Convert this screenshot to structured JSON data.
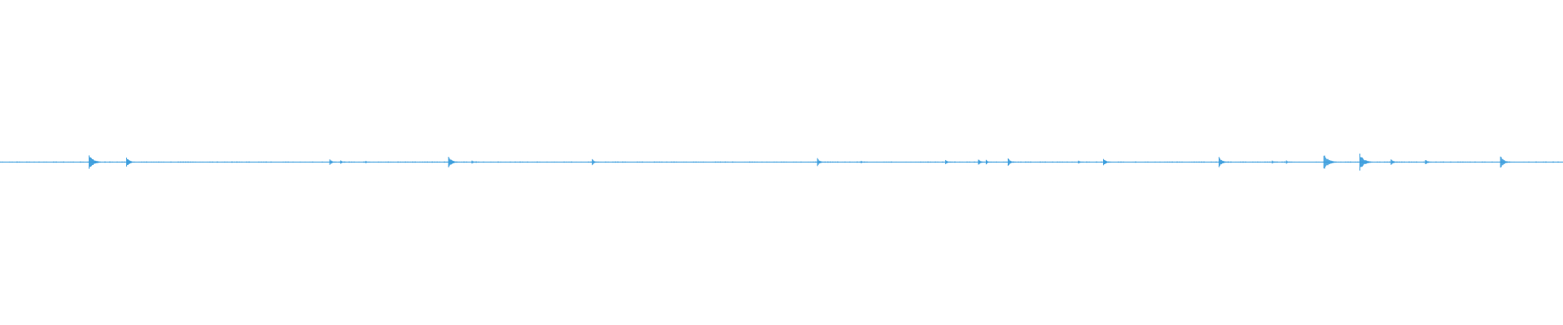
{
  "waveform": {
    "color": "#3b9ddd",
    "spikes": [
      {
        "t": 0.057,
        "amp": 0.9
      },
      {
        "t": 0.081,
        "amp": 0.55
      },
      {
        "t": 0.211,
        "amp": 0.35
      },
      {
        "t": 0.218,
        "amp": 0.2
      },
      {
        "t": 0.234,
        "amp": 0.15
      },
      {
        "t": 0.287,
        "amp": 0.65
      },
      {
        "t": 0.302,
        "amp": 0.2
      },
      {
        "t": 0.379,
        "amp": 0.35
      },
      {
        "t": 0.523,
        "amp": 0.45
      },
      {
        "t": 0.551,
        "amp": 0.15
      },
      {
        "t": 0.605,
        "amp": 0.3
      },
      {
        "t": 0.626,
        "amp": 0.35
      },
      {
        "t": 0.631,
        "amp": 0.25
      },
      {
        "t": 0.645,
        "amp": 0.45
      },
      {
        "t": 0.69,
        "amp": 0.2
      },
      {
        "t": 0.706,
        "amp": 0.45
      },
      {
        "t": 0.78,
        "amp": 0.6
      },
      {
        "t": 0.814,
        "amp": 0.2
      },
      {
        "t": 0.823,
        "amp": 0.2
      },
      {
        "t": 0.847,
        "amp": 0.95
      },
      {
        "t": 0.87,
        "amp": 0.95
      },
      {
        "t": 0.89,
        "amp": 0.4
      },
      {
        "t": 0.912,
        "amp": 0.3
      },
      {
        "t": 0.96,
        "amp": 0.7
      }
    ]
  }
}
